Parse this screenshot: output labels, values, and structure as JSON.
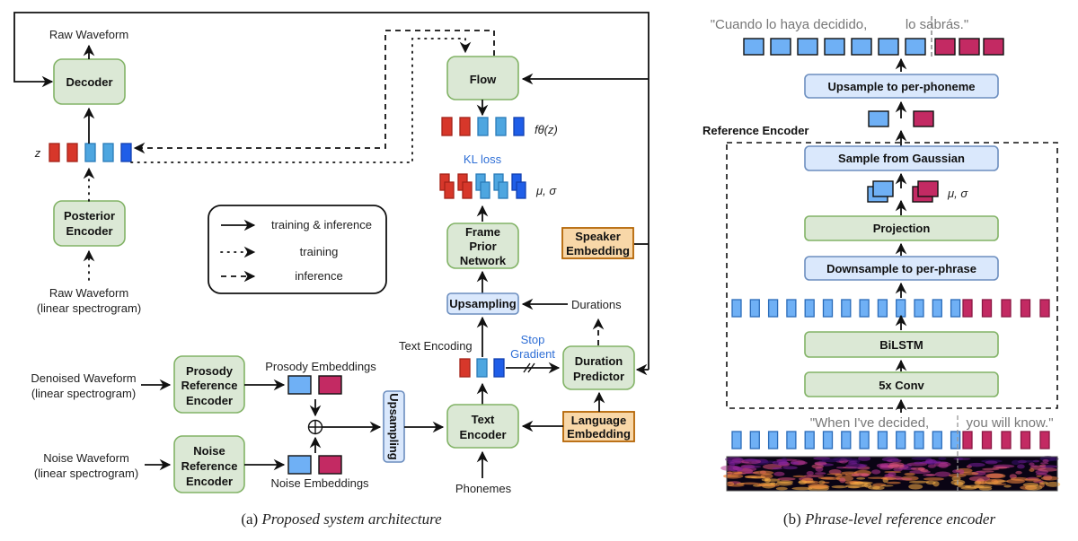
{
  "colors": {
    "red": "#d7372a",
    "light_blue": "#4ea6e0",
    "dark_blue": "#1f5ee8",
    "emb_blue": "#6fb0f5",
    "emb_crimson": "#c32a63",
    "green_fill": "#dbe8d5",
    "green_stroke": "#82b366",
    "blue_fill": "#dae8fc",
    "blue_stroke": "#6c8ebf",
    "orange_fill": "#f8d7a8",
    "orange_stroke": "#b46504",
    "stop_gradient_text": "#2f6fd6"
  },
  "panel_a": {
    "caption_prefix": "(a) ",
    "caption_title": "Proposed system architecture",
    "labels": {
      "raw_waveform_top": "Raw Waveform",
      "z": "z",
      "raw_waveform_bottom_1": "Raw Waveform",
      "raw_waveform_bottom_2": "(linear spectrogram)",
      "f_theta": "fθ(z)",
      "kl_loss": "KL loss",
      "mu_sigma": "μ, σ",
      "durations": "Durations",
      "text_encoding": "Text Encoding",
      "stop_gradient_1": "Stop",
      "stop_gradient_2": "Gradient",
      "phonemes": "Phonemes",
      "prosody_embeddings": "Prosody Embeddings",
      "noise_embeddings": "Noise Embeddings",
      "denoised_waveform_1": "Denoised Waveform",
      "denoised_waveform_2": "(linear spectrogram)",
      "noise_waveform_1": "Noise Waveform",
      "noise_waveform_2": "(linear spectrogram)",
      "sum_symbol": "+"
    },
    "blocks": {
      "decoder": "Decoder",
      "posterior_encoder_1": "Posterior",
      "posterior_encoder_2": "Encoder",
      "flow": "Flow",
      "frame_prior_1": "Frame",
      "frame_prior_2": "Prior",
      "frame_prior_3": "Network",
      "upsampling_h": "Upsampling",
      "upsampling_v": "Upsampling",
      "speaker_embedding_1": "Speaker",
      "speaker_embedding_2": "Embedding",
      "duration_predictor_1": "Duration",
      "duration_predictor_2": "Predictor",
      "text_encoder_1": "Text",
      "text_encoder_2": "Encoder",
      "language_embedding_1": "Language",
      "language_embedding_2": "Embedding",
      "prosody_ref_1": "Prosody",
      "prosody_ref_2": "Reference",
      "prosody_ref_3": "Encoder",
      "noise_ref_1": "Noise",
      "noise_ref_2": "Reference",
      "noise_ref_3": "Encoder"
    },
    "legend": [
      {
        "style": "solid",
        "label": "training & inference"
      },
      {
        "style": "dotted",
        "label": "training"
      },
      {
        "style": "dashed",
        "label": "inference"
      }
    ],
    "z_vector": [
      "red",
      "red",
      "light_blue",
      "light_blue",
      "dark_blue"
    ],
    "ftheta_vector": [
      "red",
      "red",
      "light_blue",
      "light_blue",
      "dark_blue"
    ],
    "musigma_vector": [
      "red",
      "red",
      "light_blue",
      "light_blue",
      "dark_blue"
    ],
    "text_encoding_vector": [
      "red",
      "light_blue",
      "dark_blue"
    ]
  },
  "panel_b": {
    "caption_prefix": "(b) ",
    "caption_title": "Phrase-level reference encoder",
    "section_title": "Reference Encoder",
    "output_text_1": "\"Cuando lo haya decidido,",
    "output_text_2": "lo sabrás.\"",
    "input_text_1": "\"When I've decided,",
    "input_text_2": "you will know.\"",
    "mu_sigma": "μ, σ",
    "blocks": {
      "upsample": "Upsample to per-phoneme",
      "sample": "Sample from Gaussian",
      "projection": "Projection",
      "downsample": "Downsample to per-phrase",
      "bilstm": "BiLSTM",
      "conv": "5x Conv"
    },
    "output_tokens": {
      "phrase1": 7,
      "phrase2": 3
    },
    "frame_tokens": {
      "phrase1": 13,
      "phrase2": 5
    },
    "input_tokens": {
      "phrase1": 13,
      "phrase2": 5
    }
  }
}
